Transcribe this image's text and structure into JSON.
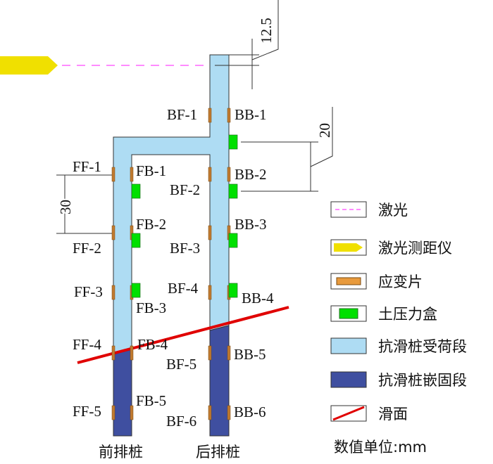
{
  "dimensions": {
    "top": "12.5",
    "beam": "20",
    "spacing": "30"
  },
  "piles": {
    "front": "前排桩",
    "back": "后排桩"
  },
  "gauges": {
    "BF1": "BF-1",
    "BB1": "BB-1",
    "FF1": "FF-1",
    "FB1": "FB-1",
    "BF2": "BF-2",
    "BB2": "BB-2",
    "FF2": "FF-2",
    "FB2": "FB-2",
    "BF3": "BF-3",
    "BB3": "BB-3",
    "FF3": "FF-3",
    "FB3": "FB-3",
    "BF4": "BF-4",
    "BB4": "BB-4",
    "FF4": "FF-4",
    "FB4": "FB-4",
    "BF5": "BF-5",
    "BB5": "BB-5",
    "FF5": "FF-5",
    "FB5": "FB-5",
    "BF6": "BF-6",
    "BB6": "BB-6"
  },
  "legend": [
    "激光",
    "激光测距仪",
    "应变片",
    "土压力盒",
    "抗滑桩受荷段",
    "抗滑桩嵌固段",
    "滑面"
  ],
  "unit_note": "数值单位:mm",
  "colors": {
    "laser": "#ff66ff",
    "rangefinder": "#f0e000",
    "gauge": "#e89a3c",
    "pressure": "#00e000",
    "loaded": "#aedcf3",
    "embedded": "#3f4fa0",
    "slip": "#e00000"
  }
}
